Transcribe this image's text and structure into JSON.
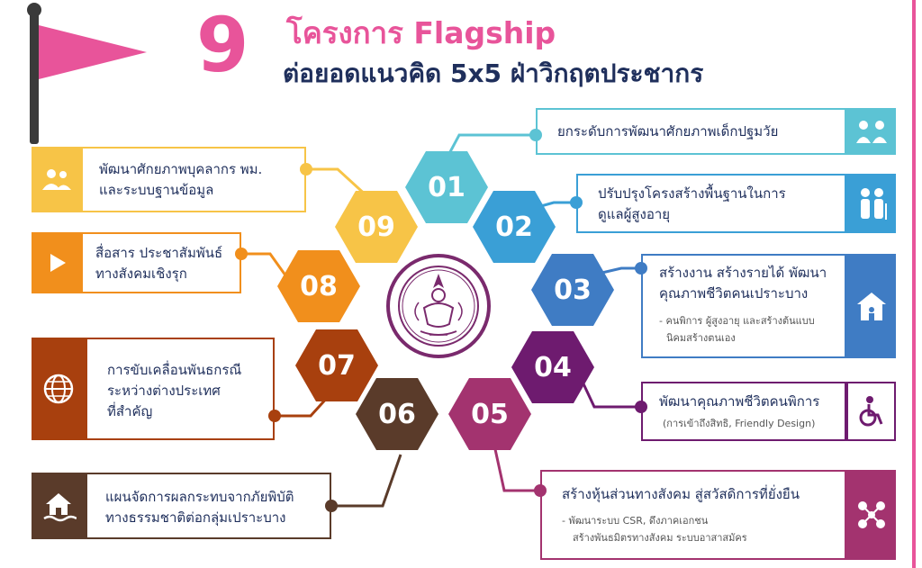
{
  "header": {
    "number": "9",
    "title_line1": "โครงการ Flagship",
    "title_line2": "ต่อยอดแนวคิด 5x5  ฝ่าวิกฤตประชากร"
  },
  "colors": {
    "pink": "#e8549a",
    "navy": "#1f2f5c",
    "c01": "#5cc3d4",
    "c02": "#3a9fd6",
    "c03": "#3f7cc4",
    "c04": "#6e1b6f",
    "c05": "#a3336f",
    "c06": "#5a3b2a",
    "c07": "#a8400e",
    "c08": "#f18f1c",
    "c09": "#f7c447"
  },
  "items": [
    {
      "num": "01",
      "title": "ยกระดับการพัฒนาศักยภาพเด็กปฐมวัย",
      "icon": "family-icon"
    },
    {
      "num": "02",
      "title": "ปรับปรุงโครงสร้างพื้นฐานในการ",
      "title2": "ดูแลผู้สูงอายุ",
      "icon": "elderly-icon"
    },
    {
      "num": "03",
      "title": "สร้างงาน สร้างรายได้ พัฒนา",
      "title2": "คุณภาพชีวิตคนเปราะบาง",
      "sub1": "- คนพิการ ผู้สูงอายุ และสร้างต้นแบบ",
      "sub2": "นิคมสร้างตนเอง",
      "icon": "home-care-icon"
    },
    {
      "num": "04",
      "title": "พัฒนาคุณภาพชีวิตคนพิการ",
      "sub1": "(การเข้าถึงสิทธิ, Friendly Design)",
      "icon": "wheelchair-icon"
    },
    {
      "num": "05",
      "title": "สร้างหุ้นส่วนทางสังคม สู่สวัสดิการที่ยั่งยืน",
      "sub1": "- พัฒนาระบบ CSR, ดึงภาคเอกชน",
      "sub2": "สร้างพันธมิตรทางสังคม    ระบบอาสาสมัคร",
      "icon": "network-icon"
    },
    {
      "num": "06",
      "title": "แผนจัดการผลกระทบจากภัยพิบัติ",
      "title2": "ทางธรรมชาติต่อกลุ่มเปราะบาง",
      "icon": "flood-house-icon"
    },
    {
      "num": "07",
      "title": "การขับเคลื่อนพันธกรณี",
      "title2": "ระหว่างต่างประเทศ",
      "title3": "ที่สำคัญ",
      "icon": "globe-icon"
    },
    {
      "num": "08",
      "title": "สื่อสาร ประชาสัมพันธ์",
      "title2": "ทางสังคมเชิงรุก",
      "icon": "play-icon"
    },
    {
      "num": "09",
      "title": "พัฒนาศักยภาพบุคลากร พม.",
      "title2": "และระบบฐานข้อมูล",
      "icon": "people-icon"
    }
  ]
}
